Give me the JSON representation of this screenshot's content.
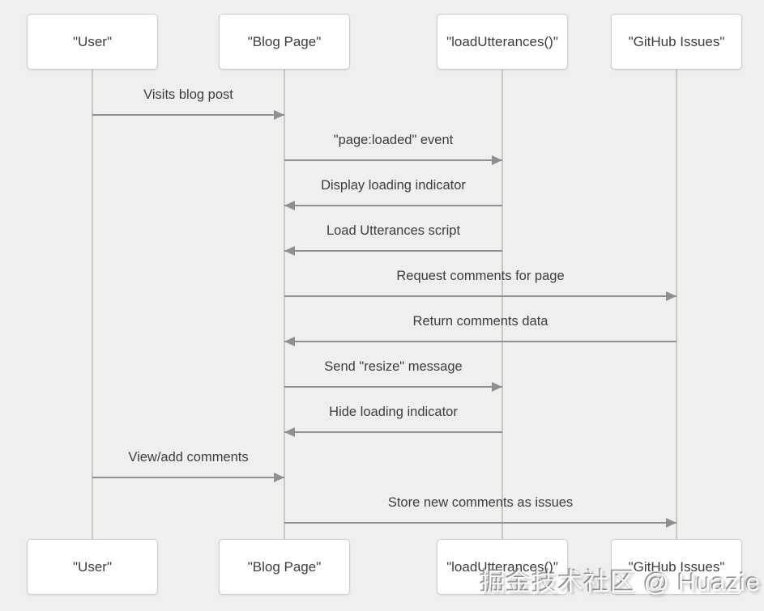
{
  "diagram": {
    "type": "sequence",
    "actors": [
      {
        "id": "user",
        "label": "\"User\""
      },
      {
        "id": "blog",
        "label": "\"Blog Page\""
      },
      {
        "id": "load",
        "label": "\"loadUtterances()\""
      },
      {
        "id": "github",
        "label": "\"GitHub Issues\""
      }
    ],
    "messages": [
      {
        "from": "user",
        "to": "blog",
        "label": "Visits blog post"
      },
      {
        "from": "blog",
        "to": "load",
        "label": "\"page:loaded\" event"
      },
      {
        "from": "load",
        "to": "blog",
        "label": "Display loading indicator"
      },
      {
        "from": "load",
        "to": "blog",
        "label": "Load Utterances script"
      },
      {
        "from": "blog",
        "to": "github",
        "label": "Request comments for page"
      },
      {
        "from": "github",
        "to": "blog",
        "label": "Return comments data"
      },
      {
        "from": "blog",
        "to": "load",
        "label": "Send \"resize\" message"
      },
      {
        "from": "load",
        "to": "blog",
        "label": "Hide loading indicator"
      },
      {
        "from": "user",
        "to": "blog",
        "label": "View/add comments"
      },
      {
        "from": "blog",
        "to": "github",
        "label": "Store new comments as issues"
      }
    ]
  },
  "watermark": {
    "text": "掘金技术社区 @ Huazie"
  },
  "colors": {
    "background": "#f0efed",
    "box_fill": "#ffffff",
    "box_border": "#cccccc",
    "lifeline": "#c9c7c4",
    "arrow": "#8f8f8f",
    "text": "#3d3d3d"
  }
}
